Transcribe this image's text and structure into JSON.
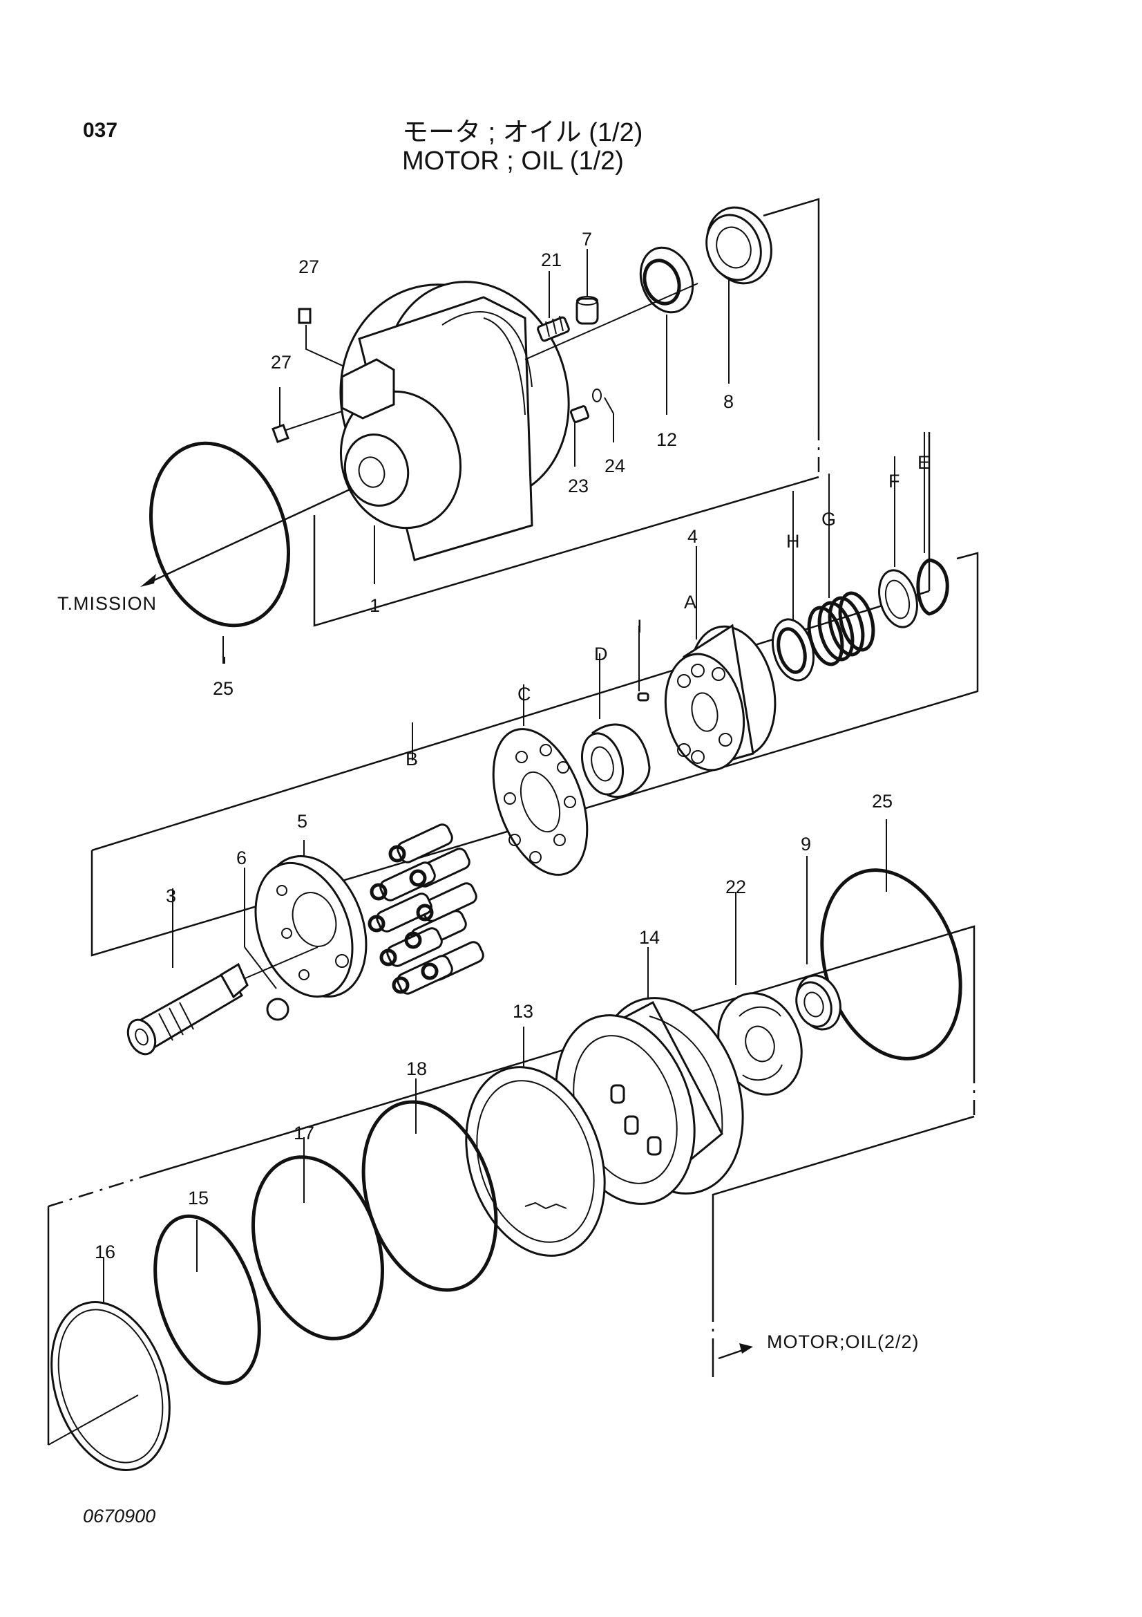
{
  "header": {
    "page_number": "037",
    "title_jp": "モータ ; オイル (1/2)",
    "title_en": "MOTOR ; OIL (1/2)"
  },
  "footer": {
    "drawing_number": "0670900"
  },
  "references": {
    "transmission": "T.MISSION",
    "motor_oil_2_2": "MOTOR;OIL(2/2)"
  },
  "callouts": {
    "c1": "1",
    "c3": "3",
    "c4": "4",
    "c5": "5",
    "c6": "6",
    "c7": "7",
    "c8": "8",
    "c9": "9",
    "c12": "12",
    "c13": "13",
    "c14": "14",
    "c15": "15",
    "c16": "16",
    "c17": "17",
    "c18": "18",
    "c21": "21",
    "c22": "22",
    "c23": "23",
    "c24": "24",
    "c25a": "25",
    "c25b": "25",
    "c27a": "27",
    "c27b": "27",
    "cA": "A",
    "cB": "B",
    "cC": "C",
    "cD": "D",
    "cE": "E",
    "cF": "F",
    "cG": "G",
    "cH": "H",
    "cI": "I"
  }
}
